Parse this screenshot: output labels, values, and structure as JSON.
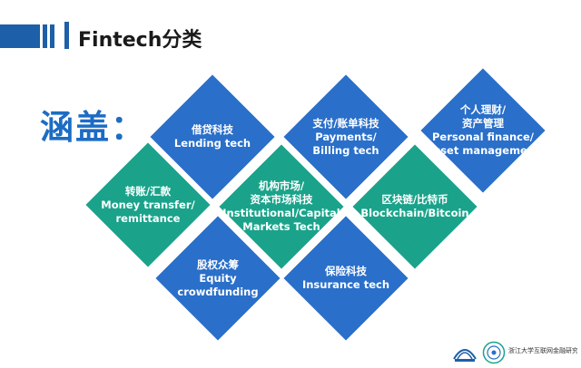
{
  "header": {
    "title": "Fintech分类",
    "accent_color": "#1d5fa8"
  },
  "label": "涵盖：",
  "colors": {
    "blue": "#2a6fc9",
    "teal": "#1aa38a",
    "label_blue": "#1d6cc4"
  },
  "tiles": [
    {
      "id": "lending",
      "color": "blue",
      "lines": [
        "借贷科技",
        "Lending tech"
      ]
    },
    {
      "id": "payments",
      "color": "blue",
      "lines": [
        "支付/账单科技",
        "Payments/",
        "Billing tech"
      ]
    },
    {
      "id": "personal-finance",
      "color": "blue",
      "lines": [
        "个人理财/",
        "资产管理",
        "Personal finance/",
        "Asset management"
      ]
    },
    {
      "id": "money-transfer",
      "color": "teal",
      "lines": [
        "转账/汇款",
        "Money transfer/",
        "remittance"
      ]
    },
    {
      "id": "institutional",
      "color": "teal",
      "lines": [
        "机构市场/",
        "资本市场科技",
        "Institutional/Capital",
        "Markets Tech"
      ]
    },
    {
      "id": "blockchain",
      "color": "teal",
      "lines": [
        "区块链/比特币",
        "Blockchain/Bitcoin"
      ]
    },
    {
      "id": "equity-crowdfunding",
      "color": "blue",
      "lines": [
        "股权众筹",
        "Equity",
        "crowdfunding"
      ]
    },
    {
      "id": "insurance",
      "color": "blue",
      "lines": [
        "保险科技",
        "Insurance tech"
      ]
    }
  ],
  "footer": {
    "logo_text": "浙江大学互联网金融研究院"
  }
}
